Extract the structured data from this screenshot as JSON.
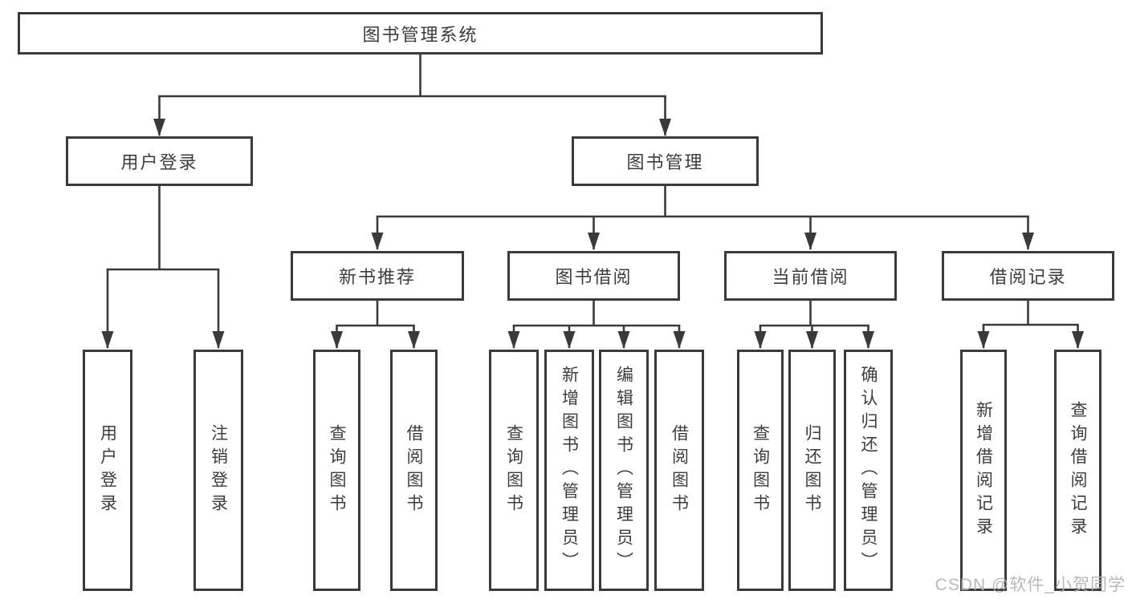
{
  "nodes": {
    "root": "图书管理系统",
    "level2": [
      "用户登录",
      "图书管理"
    ],
    "level3": [
      "新书推荐",
      "图书借阅",
      "当前借阅",
      "借阅记录"
    ],
    "leaves_user": [
      "用户登录",
      "注销登录"
    ],
    "leaves_newbook": [
      "查询图书",
      "借阅图书"
    ],
    "leaves_borrow": [
      "查询图书",
      "新增图书（管理员）",
      "编辑图书（管理员）",
      "借阅图书"
    ],
    "leaves_current": [
      "查询图书",
      "归还图书",
      "确认归还（管理员）"
    ],
    "leaves_records": [
      "新增借阅记录",
      "查询借阅记录"
    ]
  },
  "watermark": {
    "text": "CSDN @软件_小贺同学"
  },
  "colors": {
    "line_color": "#3a3a3a",
    "text_color": "#3d3d3d",
    "background_color": "#ffffff",
    "watermark_color": "#b2b2b2"
  }
}
